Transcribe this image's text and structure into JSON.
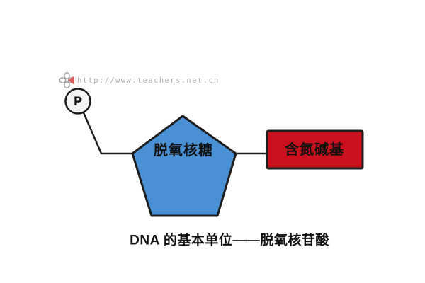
{
  "watermark": {
    "url_text": "http://www.teachers.net.cn"
  },
  "diagram": {
    "phosphate_label": "P",
    "sugar_label": "脱氧核糖",
    "base_label": "含氮碱基",
    "caption": "DNA 的基本单位——脱氧核苷酸",
    "colors": {
      "sugar_fill": "#4a90d5",
      "base_fill": "#cc111e",
      "phosphate_fill": "#f4f4f2",
      "outline": "#1c1c1c",
      "watermark_text": "#ababab",
      "logo_red": "#dd5a5a",
      "logo_gray": "#9a9a9a"
    }
  }
}
